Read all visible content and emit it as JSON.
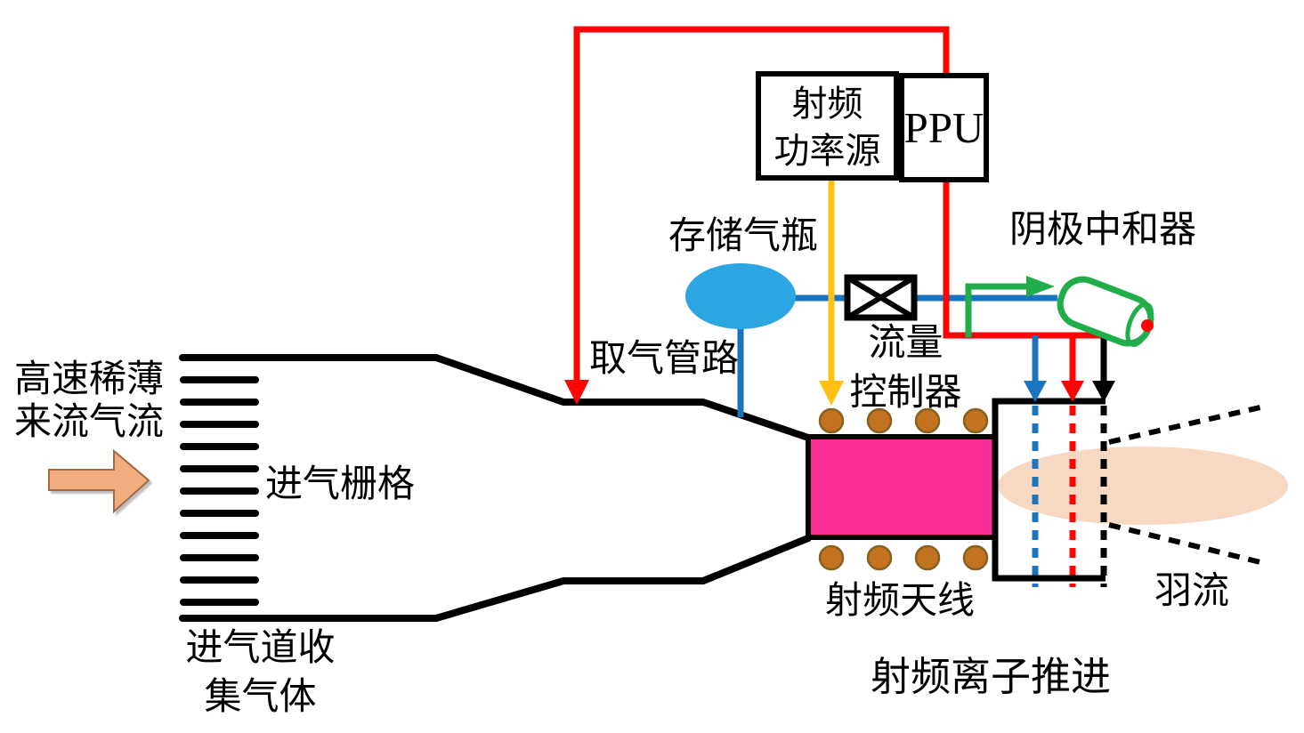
{
  "labels": {
    "incoming_flow_line1": "高速稀薄",
    "incoming_flow_line2": "来流气流",
    "intake_grid": "进气栅格",
    "intake_collect_line1": "进气道收",
    "intake_collect_line2": "集气体",
    "gas_pipe": "取气管路",
    "storage_bottle": "存储气瓶",
    "rf_power_line1": "射频",
    "rf_power_line2": "功率源",
    "ppu": "PPU",
    "flow_ctrl_line1": "流量",
    "flow_ctrl_line2": "控制器",
    "cathode_neutralizer": "阴极中和器",
    "rf_antenna": "射频天线",
    "rf_ion_propulsion": "射频离子推进",
    "plume": "羽流"
  },
  "colors": {
    "black": "#000000",
    "red": "#FB0505",
    "blue": "#1B75BC",
    "green": "#22AD4B",
    "yellow": "#FFC013",
    "magenta": "#FB2E97",
    "bottle_blue": "#2BA6E2",
    "coil_brown": "#C3731F",
    "coil_edge": "#86611F",
    "plume": "#F7D8C2",
    "flow_arrow": "#F3AC7E",
    "flow_arrow_edge": "#A06B45"
  }
}
